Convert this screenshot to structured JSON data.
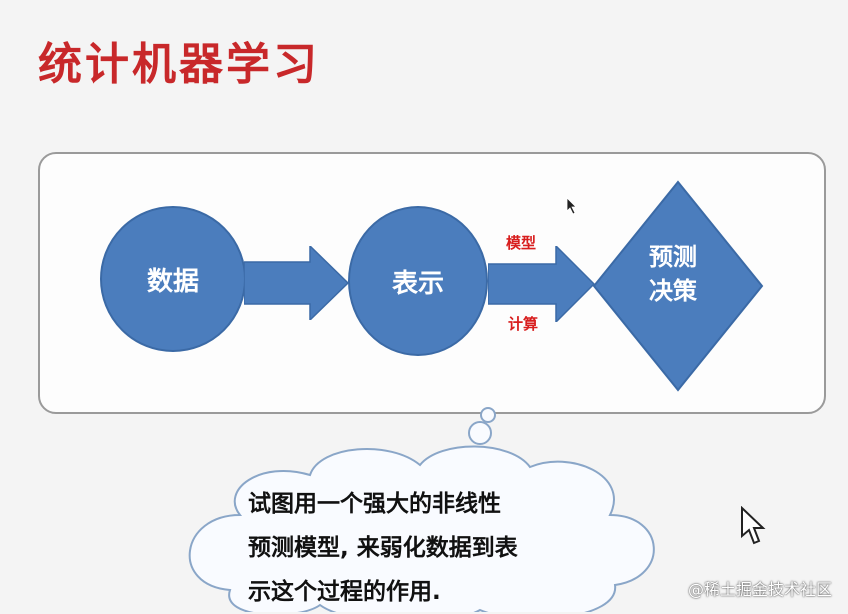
{
  "slide": {
    "title": "统计机器学习"
  },
  "flow": {
    "node_data": "数据",
    "node_representation": "表示",
    "arrow_label_top": "模型",
    "arrow_label_bottom": "计算",
    "node_decision_line1": "预测",
    "node_decision_line2": "决策"
  },
  "callout": {
    "lines": [
      "试图用一个强大的非线性",
      "预测模型, 来弱化数据到表",
      "示这个过程的作用."
    ]
  },
  "watermark": "@稀土掘金技术社区",
  "colors": {
    "title": "#c8282a",
    "node_fill": "#4b7dbd",
    "arrow_label": "#d81e1e"
  }
}
